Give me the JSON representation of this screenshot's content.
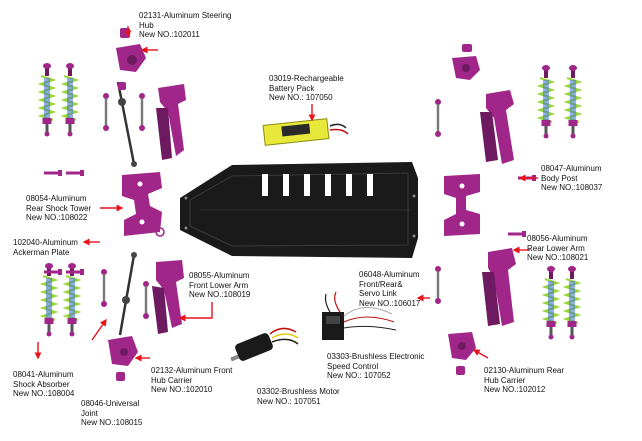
{
  "colors": {
    "purple": "#a0268a",
    "purple_dark": "#6e1a60",
    "spring": "#9bd63c",
    "shock_blue": "#3a6fd0",
    "arrow": "#e8141c",
    "chassis": "#1a1a1a",
    "battery": "#e8e83a"
  },
  "labels": {
    "steering_hub": {
      "name": "02131-Aluminum Steering Hub",
      "l1": "02131-Aluminum Steering",
      "l2": "Hub",
      "code": "New NO.:102011"
    },
    "battery": {
      "l1": "03019-Rechargeable",
      "l2": "Battery Pack",
      "code": "New NO.: 107050"
    },
    "body_post": {
      "l1": "08047-Aluminum",
      "l2": "Body Post",
      "code": "New NO.:108037"
    },
    "rear_shock_tower": {
      "l1": "08054-Aluminum",
      "l2": "Rear Shock Tower",
      "code": "New NO.:108022"
    },
    "ackerman": {
      "l1": "102040-Aluminum",
      "l2": "Ackerman Plate"
    },
    "rear_lower_arm": {
      "l1": "08056-Aluminum",
      "l2": "Rear Lower Arm",
      "code": "New NO.:108021"
    },
    "front_lower_arm": {
      "l1": "08055-Aluminum",
      "l2": "Front Lower Arm",
      "code": "New NO.:108019"
    },
    "servo_link": {
      "l1": "06048-Aluminum",
      "l2": "Front/Rear&",
      "l3": "Servo Link",
      "code": "New NO.:106017"
    },
    "shock_absorber": {
      "l1": "08041-Aluminum",
      "l2": "Shock Absorber",
      "code": "New NO.:108004"
    },
    "universal_joint": {
      "l1": "08046-Universal",
      "l2": "Joint",
      "code": "New NO.:108015"
    },
    "front_hub_carrier": {
      "l1": "02132-Aluminum Front",
      "l2": "Hub Carrier",
      "code": "New NO.:102010"
    },
    "esc": {
      "l1": "03303-Brushless Electronic",
      "l2": "Speed Control",
      "code": "New NO.: 107052"
    },
    "motor": {
      "l1": "03302-Brushless Motor",
      "code": "New NO.: 107051"
    },
    "rear_hub_carrier": {
      "l1": "02130-Aluminum Rear",
      "l2": "Hub Carrier",
      "code": "New NO.:102012"
    }
  }
}
